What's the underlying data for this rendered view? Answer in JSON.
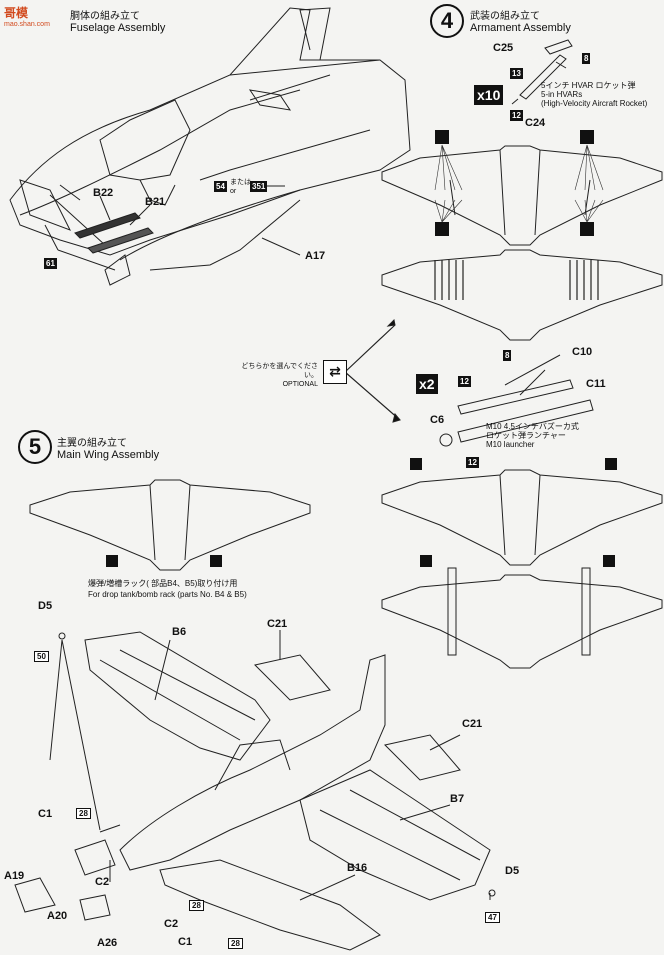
{
  "watermark": {
    "title": "哥模",
    "url": "mao.shan.com"
  },
  "step3": {
    "title_jp": "胴体の組み立て",
    "title_en": "Fuselage Assembly",
    "parts": {
      "b22": "B22",
      "b21": "B21",
      "a17": "A17",
      "p61": "61",
      "p54": "54",
      "or_jp": "または",
      "or_en": "or",
      "p351": "351"
    }
  },
  "step4": {
    "number": "4",
    "title_jp": "武装の組み立て",
    "title_en": "Armament Assembly",
    "parts": {
      "c25": "C25",
      "c24": "C24",
      "p8": "8",
      "p13": "13",
      "p12": "12"
    },
    "multiplier": "x10",
    "rocket_jp": "5インチ HVAR ロケット弾",
    "rocket_en": "5-in HVARs",
    "rocket_en2": "(High-Velocity Aircraft Rocket)"
  },
  "optional": {
    "jp": "どちらかを選んでください。",
    "en": "OPTIONAL"
  },
  "launcher": {
    "multiplier": "x2",
    "c10": "C10",
    "c11": "C11",
    "c6": "C6",
    "p8": "8",
    "p12a": "12",
    "p12b": "12",
    "jp1": "M10 4.5インチバズーカ式",
    "jp2": "ロケット弾ランチャー",
    "en": "M10 launcher"
  },
  "step5": {
    "number": "5",
    "title_jp": "主翼の組み立て",
    "title_en": "Main Wing Assembly",
    "rack_jp": "爆弾/増槽ラック( 部品B4、B5)取り付け用",
    "rack_en": "For drop tank/bomb rack (parts No. B4 & B5)",
    "parts": {
      "d5a": "D5",
      "p50": "50",
      "b6": "B6",
      "c21a": "C21",
      "c21b": "C21",
      "b7": "B7",
      "d5b": "D5",
      "p47": "47",
      "c1a": "C1",
      "p28a": "28",
      "c2a": "C2",
      "a19": "A19",
      "a20": "A20",
      "a26": "A26",
      "b16": "B16",
      "c2b": "C2",
      "c1b": "C1",
      "p28b": "28",
      "p28c": "28"
    }
  }
}
